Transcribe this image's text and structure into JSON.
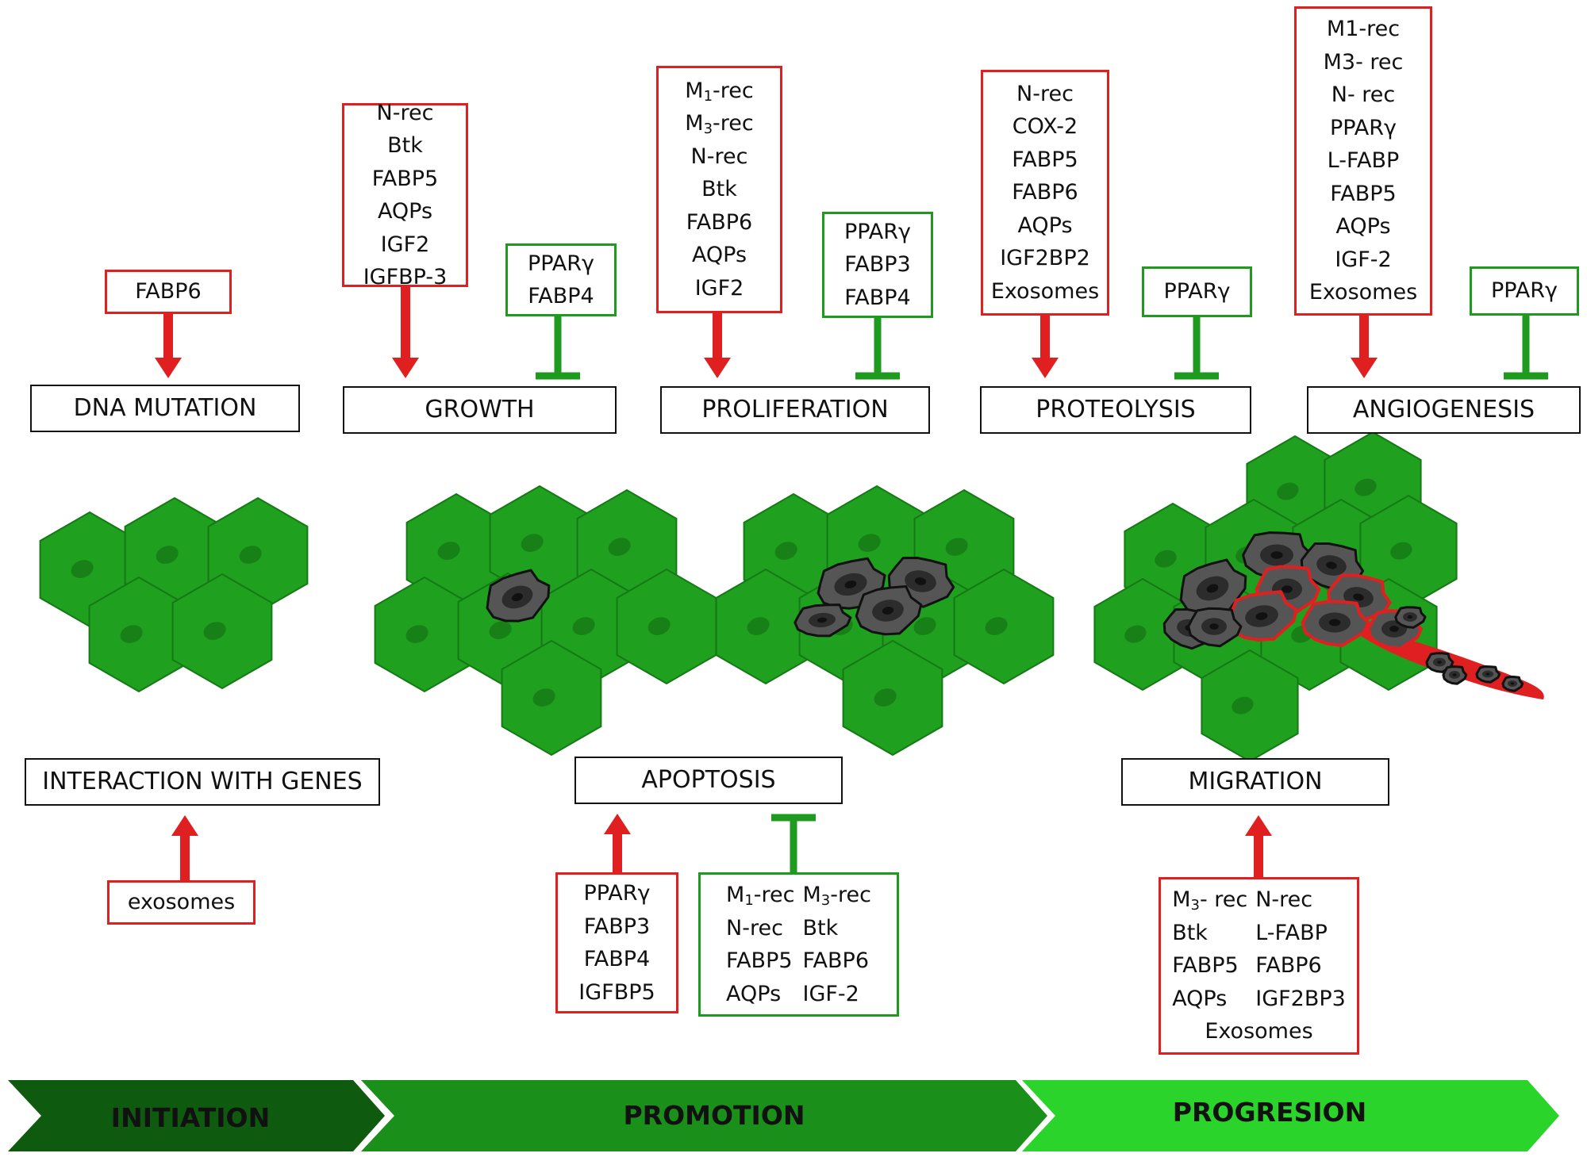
{
  "colors": {
    "red": "#e02020",
    "green": "#1e9a1e",
    "cell": "#1fa01f",
    "cell_edge": "#157a15",
    "nucleus": "#167a16",
    "tumor": "#555555",
    "tumor_core": "#2c2c2c",
    "arrow_initiation": "#0e5a0e",
    "arrow_promotion": "#1a8f1a",
    "arrow_progression": "#2bd42b"
  },
  "top": {
    "dna_factors": [
      "FABP6"
    ],
    "growth_activators": [
      "N-rec",
      "Btk",
      "FABP5",
      "AQPs",
      "IGF2",
      "IGFBP-3"
    ],
    "growth_inhibitors": [
      "PPARγ",
      "FABP4"
    ],
    "prolif_activators": [
      {
        "base": "M",
        "sub": "1",
        "rest": "-rec"
      },
      {
        "base": "M",
        "sub": "3",
        "rest": "-rec"
      },
      {
        "base": "N-rec"
      },
      {
        "base": "Btk"
      },
      {
        "base": "FABP6"
      },
      {
        "base": "AQPs"
      },
      {
        "base": "IGF2"
      }
    ],
    "prolif_inhibitors": [
      "PPARγ",
      "FABP3",
      "FABP4"
    ],
    "proteo_activators": [
      "N-rec",
      "COX-2",
      "FABP5",
      "FABP6",
      "AQPs",
      "IGF2BP2",
      "Exosomes"
    ],
    "proteo_inhibitors": [
      "PPARγ"
    ],
    "angio_activators": [
      "M1-rec",
      "M3- rec",
      "N- rec",
      "PPARγ",
      "L-FABP",
      "FABP5",
      "AQPs",
      "IGF-2",
      "Exosomes"
    ],
    "angio_inhibitors": [
      "PPARγ"
    ]
  },
  "processes": {
    "dna": "DNA MUTATION",
    "growth": "GROWTH",
    "proliferation": "PROLIFERATION",
    "proteolysis": "PROTEOLYSIS",
    "angiogenesis": "ANGIOGENESIS",
    "genes": "INTERACTION WITH GENES",
    "apoptosis": "APOPTOSIS",
    "migration": "MIGRATION"
  },
  "bottom": {
    "genes_factors": [
      "exosomes"
    ],
    "apoptosis_activators": [
      "PPARγ",
      "FABP3",
      "FABP4",
      "IGFBP5"
    ],
    "apoptosis_inhibitors": [
      {
        "base": "M",
        "sub": "1",
        "rest": "-rec"
      },
      {
        "base": "M",
        "sub": "3",
        "rest": "-rec"
      },
      {
        "base": "N-rec"
      },
      {
        "base": "Btk"
      },
      {
        "base": "FABP5"
      },
      {
        "base": "FABP6"
      },
      {
        "base": "AQPs"
      },
      {
        "base": "IGF-2"
      }
    ],
    "migration_activators": [
      {
        "base": "M",
        "sub": "3",
        "rest": "- rec"
      },
      {
        "base": "N-rec"
      },
      {
        "base": "Btk"
      },
      {
        "base": "L-FABP"
      },
      {
        "base": "FABP5"
      },
      {
        "base": "FABP6"
      },
      {
        "base": "AQPs"
      },
      {
        "base": "IGF2BP3"
      }
    ],
    "migration_tail": "Exosomes"
  },
  "stages": {
    "initiation": "INITIATION",
    "promotion": "PROMOTION",
    "progression": "PROGRESION"
  }
}
